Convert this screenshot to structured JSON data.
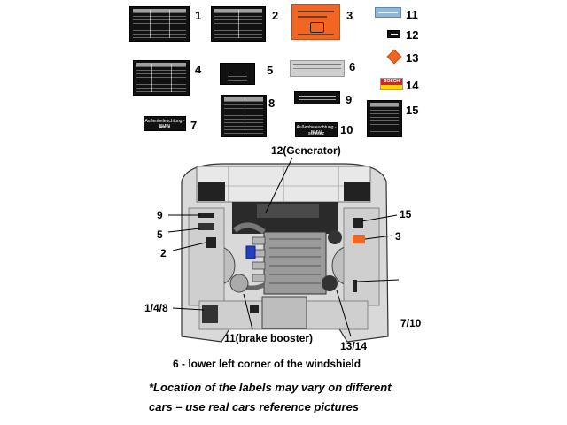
{
  "labels": [
    {
      "num": "1"
    },
    {
      "num": "2"
    },
    {
      "num": "3"
    },
    {
      "num": "4"
    },
    {
      "num": "5"
    },
    {
      "num": "6"
    },
    {
      "num": "7"
    },
    {
      "num": "8"
    },
    {
      "num": "9"
    },
    {
      "num": "10"
    },
    {
      "num": "11"
    },
    {
      "num": "12"
    },
    {
      "num": "13"
    },
    {
      "num": "14"
    },
    {
      "num": "15"
    }
  ],
  "label7_text": "Außenbeleuchtung - BMW",
  "label7_sub": "weiss",
  "label10_text": "Außenbeleuchtung - BMW",
  "label10_sub": "schwarz",
  "label14_text": "BOSCH",
  "callouts": {
    "generator": "12(Generator)",
    "c9": "9",
    "c5": "5",
    "c2": "2",
    "c148": "1/4/8",
    "c15": "15",
    "c3": "3",
    "c710": "7/10",
    "brake": "11(brake booster)",
    "c1314": "13/14"
  },
  "caption": "6 - lower left corner of the windshield",
  "note_line1": "*Location of the labels may vary on different",
  "note_line2": "cars – use real cars reference pictures",
  "colors": {
    "orange": "#f26522",
    "bosch_red": "#d8232a",
    "bosch_yellow": "#ffd400",
    "light_blue": "#8fb8dc",
    "engine_bay": "#d9d9d9"
  }
}
